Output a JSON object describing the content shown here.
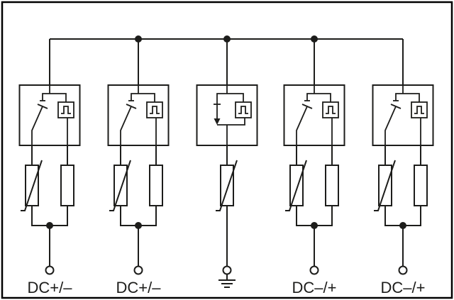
{
  "diagram": {
    "colors": {
      "line": "#1d1d1b",
      "background": "#ffffff",
      "border": "#000000"
    },
    "terminals": [
      {
        "label": "DC+/–"
      },
      {
        "label": "DC+/–"
      },
      {
        "label": "",
        "symbol": "earth-ground-icon"
      },
      {
        "label": "DC–/+"
      },
      {
        "label": "DC–/+"
      }
    ],
    "icons": {
      "disconnector": "disconnector-switch-icon",
      "pulse": "pulse-waveform-icon",
      "spark_gap": "spark-gap-arrow-icon",
      "varistor": "varistor-icon",
      "series_element": "series-element-icon",
      "junction": "junction-dot",
      "terminal": "terminal-circle-icon",
      "earth": "earth-ground-icon"
    }
  }
}
